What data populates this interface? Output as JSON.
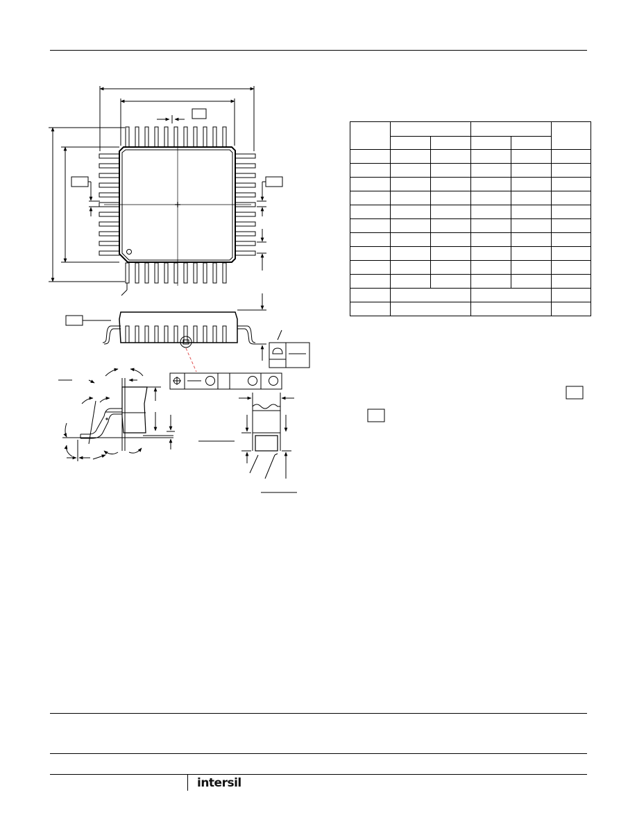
{
  "logo": {
    "text": "intersil"
  },
  "colors": {
    "ink": "#000000",
    "leader": "#e05050"
  },
  "table": {
    "rows": 12,
    "cols": 6
  }
}
